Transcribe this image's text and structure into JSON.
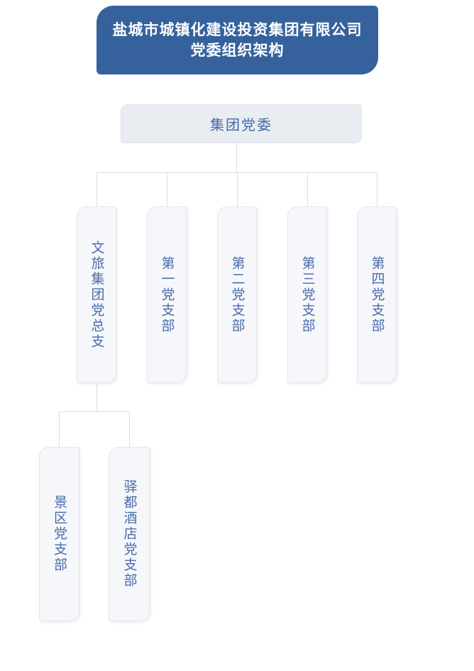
{
  "title": {
    "line1": "盐城市城镇化建设投资集团有限公司",
    "line2": "党委组织架构"
  },
  "root": {
    "label": "集团党委"
  },
  "level1": [
    {
      "label": "文旅集团党总支"
    },
    {
      "label": "第一党支部"
    },
    {
      "label": "第二党支部"
    },
    {
      "label": "第三党支部"
    },
    {
      "label": "第四党支部"
    }
  ],
  "level2": [
    {
      "label": "景区党支部"
    },
    {
      "label": "驿都酒店党支部"
    }
  ],
  "colors": {
    "banner_bg": "#35629c",
    "banner_text": "#ffffff",
    "root_node_bg": "#e9edf2",
    "node_bg": "#f5f7fb",
    "node_border": "#e2e5ec",
    "node_text": "#4a6ba6",
    "connector": "#d9dde3",
    "page_bg": "#ffffff"
  }
}
